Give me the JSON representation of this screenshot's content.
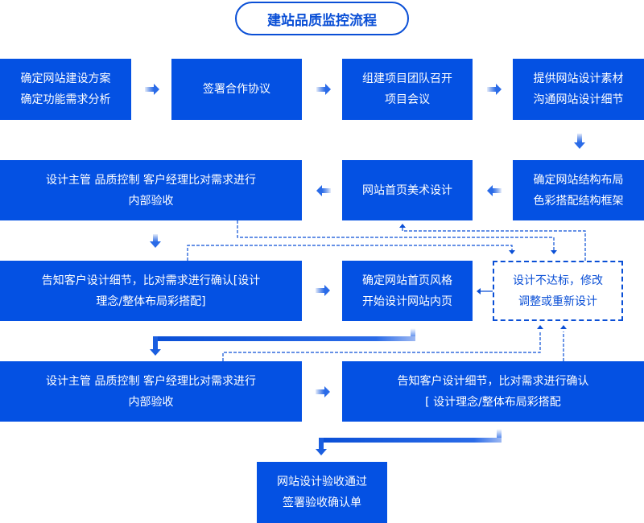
{
  "title": "建站品质监控流程",
  "colors": {
    "primary": "#0451e3",
    "dashed": "#0a4fd6",
    "background": "#ffffff"
  },
  "steps": [
    {
      "id": "s1",
      "lines": [
        "确定网站建设方案",
        "确定功能需求分析"
      ]
    },
    {
      "id": "s2",
      "lines": [
        "签署合作协议"
      ]
    },
    {
      "id": "s3",
      "lines": [
        "组建项目团队召开",
        "项目会议"
      ]
    },
    {
      "id": "s4",
      "lines": [
        "提供网站设计素材",
        "沟通网站设计细节"
      ]
    },
    {
      "id": "s5",
      "lines": [
        "确定网站结构布局",
        "色彩搭配结构框架"
      ]
    },
    {
      "id": "s6",
      "lines": [
        "网站首页美术设计"
      ]
    },
    {
      "id": "s7",
      "lines": [
        "设计主管 品质控制 客户经理比对需求进行",
        "内部验收"
      ]
    },
    {
      "id": "s8",
      "lines": [
        "告知客户设计细节，比对需求进行确认[设计",
        "理念/整体布局彩搭配]"
      ]
    },
    {
      "id": "s9",
      "lines": [
        "确定网站首页风格",
        "开始设计网站内页"
      ]
    },
    {
      "id": "s10",
      "lines": [
        "设计主管 品质控制 客户经理比对需求进行",
        "内部验收"
      ]
    },
    {
      "id": "s11",
      "lines": [
        "告知客户设计细节，比对需求进行确认",
        "[ 设计理念/整体布局彩搭配"
      ]
    },
    {
      "id": "s12",
      "lines": [
        "网站设计验收通过",
        "签署验收确认单"
      ]
    }
  ],
  "rework": {
    "lines": [
      "设计不达标，修改",
      "调整或重新设计"
    ]
  }
}
